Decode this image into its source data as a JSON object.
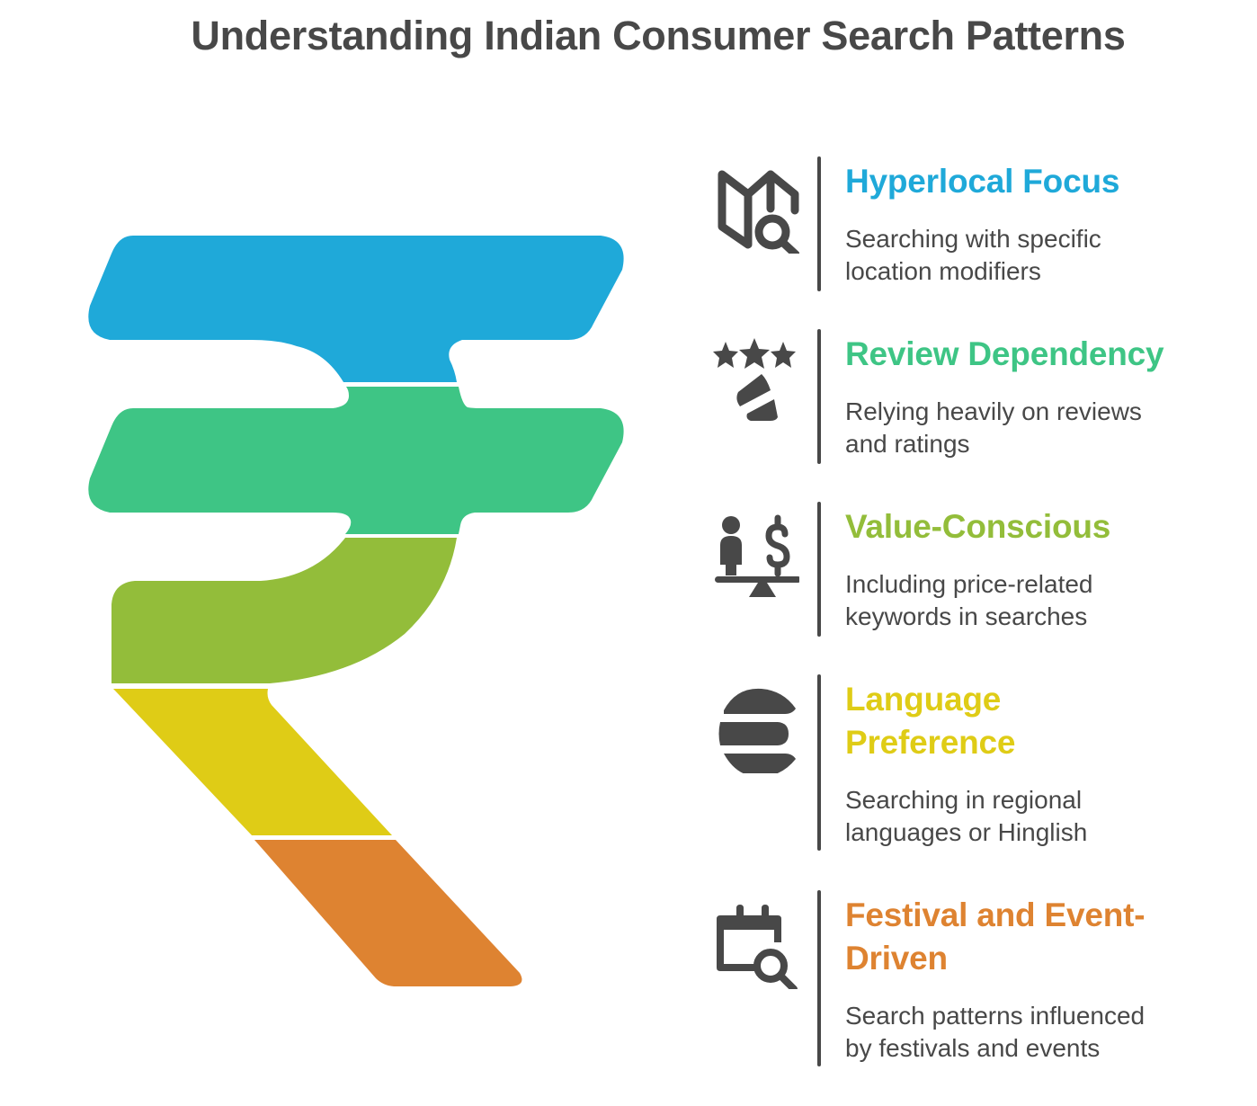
{
  "title": "Understanding Indian Consumer Search Patterns",
  "colors": {
    "blue": "#1FA9D9",
    "green": "#3EC585",
    "lime": "#93BD3A",
    "yellow": "#DFCC16",
    "orange": "#DE8331",
    "icon": "#484848",
    "text": "#484848"
  },
  "graphic": {
    "symbol": "Indian rupee sign",
    "segments": 5
  },
  "items": [
    {
      "icon": "map-search-icon",
      "heading": "Hyperlocal Focus",
      "heading_lines": [
        "Hyperlocal Focus"
      ],
      "description_lines": [
        "Searching with specific",
        "location modifiers"
      ],
      "color": "#1FA9D9"
    },
    {
      "icon": "stars-rating-icon",
      "heading": "Review Dependency",
      "heading_lines": [
        "Review Dependency"
      ],
      "description_lines": [
        "Relying heavily on reviews",
        "and ratings"
      ],
      "color": "#3EC585"
    },
    {
      "icon": "value-balance-icon",
      "heading": "Value-Conscious",
      "heading_lines": [
        "Value-Conscious"
      ],
      "description_lines": [
        "Including price-related",
        "keywords in searches"
      ],
      "color": "#93BD3A"
    },
    {
      "icon": "language-icon",
      "heading": "Language Preference",
      "heading_lines": [
        "Language",
        "Preference"
      ],
      "description_lines": [
        "Searching in regional",
        "languages or Hinglish"
      ],
      "color": "#DFCC16"
    },
    {
      "icon": "calendar-search-icon",
      "heading": "Festival and Event-Driven",
      "heading_lines": [
        "Festival and Event-",
        "Driven"
      ],
      "description_lines": [
        "Search patterns influenced",
        "by festivals and events"
      ],
      "color": "#DE8331"
    }
  ]
}
